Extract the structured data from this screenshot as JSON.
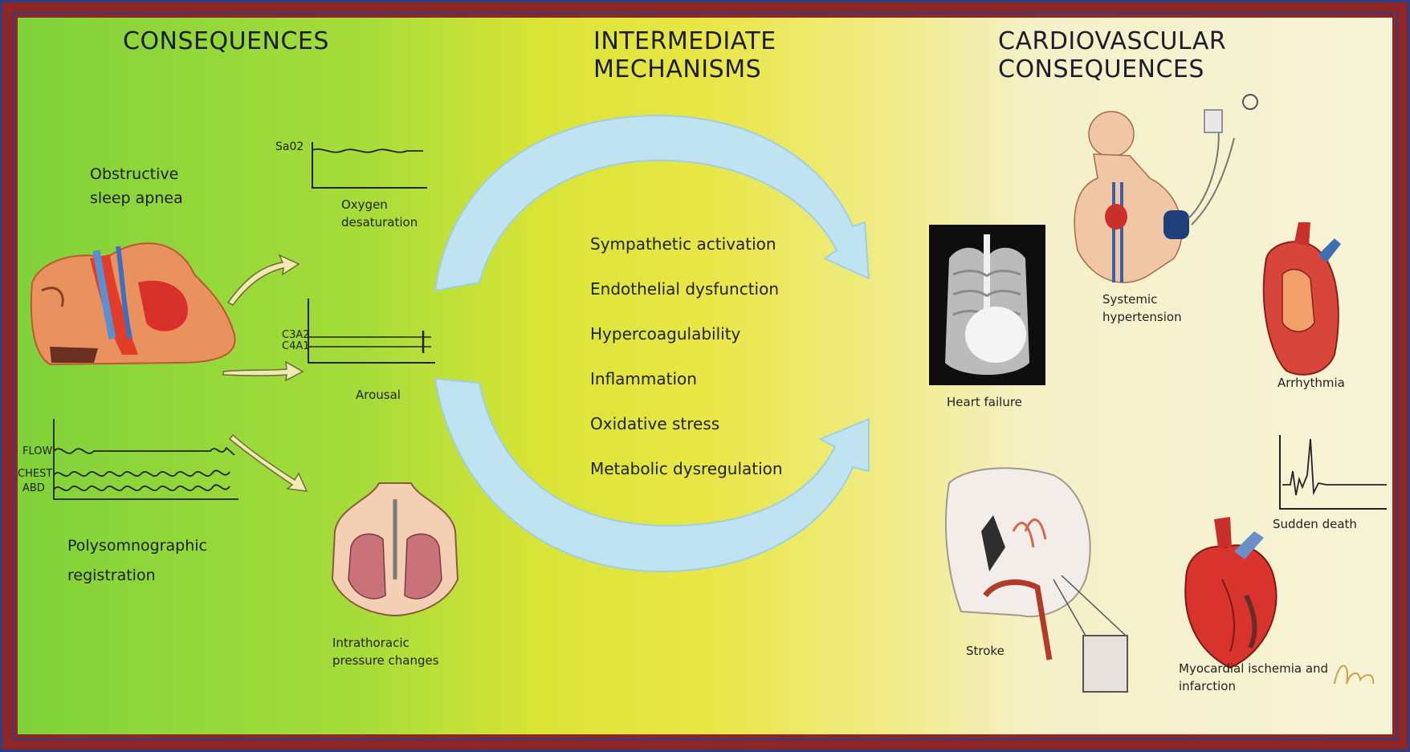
{
  "headings": {
    "left": "CONSEQUENCES",
    "middle": "INTERMEDIATE MECHANISMS",
    "right": "CARDIOVASCULAR CONSEQUENCES"
  },
  "left": {
    "osa_label": "Obstructive sleep apnea",
    "psg_label": "Polysomnographic registration",
    "psg_channels": [
      "FLOW",
      "CHEST",
      "ABD"
    ],
    "oxygen_axis": "Sa02",
    "oxygen_caption": "Oxygen desaturation",
    "eeg_channels": [
      "C3A2",
      "C4A1"
    ],
    "arousal_caption": "Arousal",
    "intrathoracic_caption": "Intrathoracic pressure changes"
  },
  "mechanisms": [
    "Sympathetic activation",
    "Endothelial dysfunction",
    "Hypercoagulability",
    "Inflammation",
    "Oxidative stress",
    "Metabolic dysregulation"
  ],
  "right": {
    "heart_failure": "Heart failure",
    "hypertension": "Systemic hypertension",
    "arrhythmia": "Arrhythmia",
    "sudden_death": "Sudden death",
    "stroke": "Stroke",
    "ischemia": "Myocardial ischemia and infarction"
  },
  "colors": {
    "frame": "#8e2626",
    "frame_border": "#2b3f86",
    "cycle_arrow": "#bfe3f0",
    "heart_red": "#c9302c"
  }
}
